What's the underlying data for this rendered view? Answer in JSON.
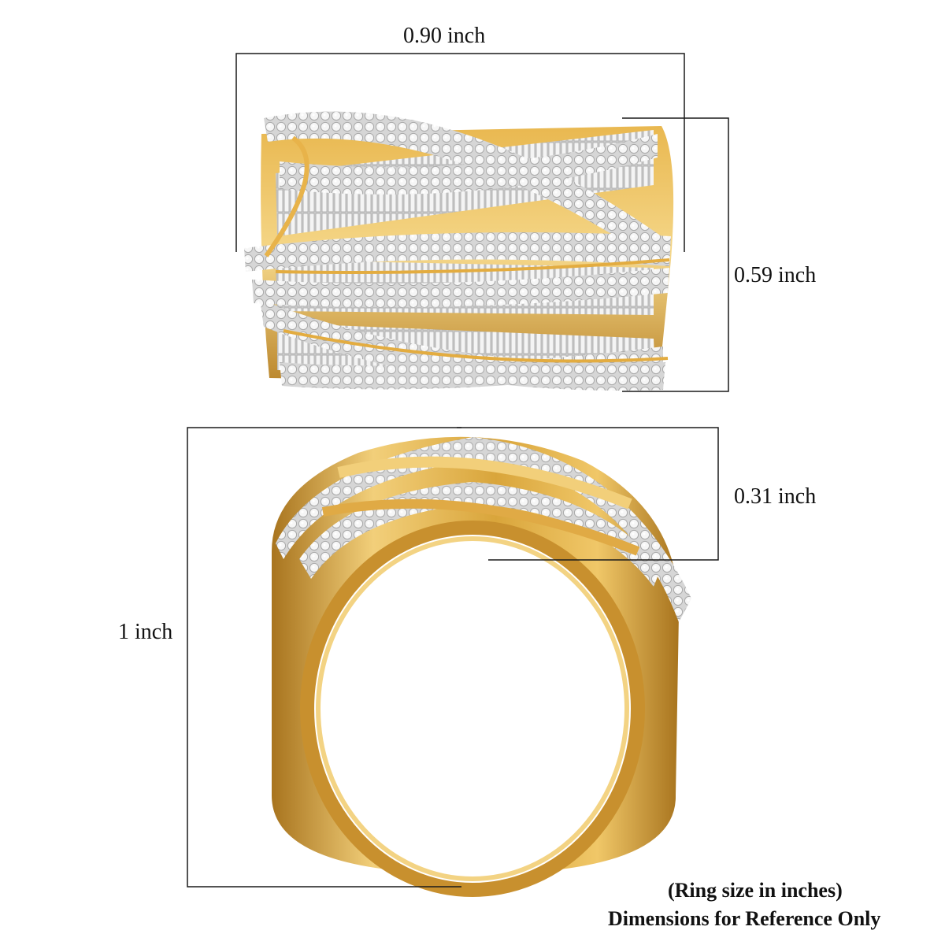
{
  "dimensions": {
    "top_width": "0.90 inch",
    "top_height": "0.59 inch",
    "side_depth": "0.31 inch",
    "side_total": "1 inch"
  },
  "notes": {
    "line1": "(Ring size in inches)",
    "line2": "Dimensions for Reference Only"
  },
  "colors": {
    "gold": "#D9A53B",
    "gold_light": "#F2CF7A",
    "gold_dark": "#A8741E",
    "diamond": "#EDEDED",
    "diamond_shadow": "#B9B9B9",
    "line": "#1A1A1A"
  }
}
